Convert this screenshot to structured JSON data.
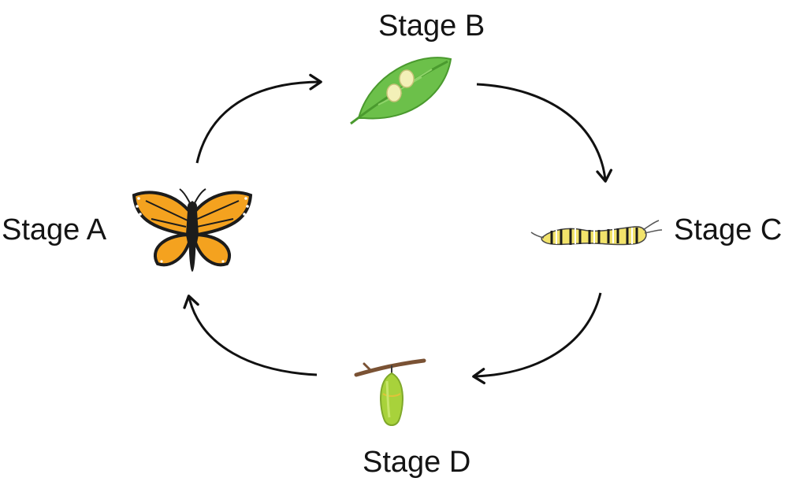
{
  "diagram": {
    "stages": [
      {
        "id": "a",
        "label": "Stage A",
        "depicts": "butterfly"
      },
      {
        "id": "b",
        "label": "Stage B",
        "depicts": "eggs-on-leaf"
      },
      {
        "id": "c",
        "label": "Stage C",
        "depicts": "caterpillar"
      },
      {
        "id": "d",
        "label": "Stage D",
        "depicts": "chrysalis"
      }
    ],
    "cycle_order": [
      "a",
      "b",
      "c",
      "d"
    ],
    "direction": "clockwise"
  },
  "colors": {
    "arrow": "#111111",
    "label": "#141414",
    "wing_orange": "#f4a21f",
    "wing_black": "#1c1c1c",
    "leaf_green": "#6cc04a",
    "leaf_dark": "#4a9a2e",
    "egg": "#f3f0b8",
    "caterpillar_yellow": "#f2e36b",
    "chrysalis_green": "#a8d23b",
    "twig": "#7a5234"
  }
}
